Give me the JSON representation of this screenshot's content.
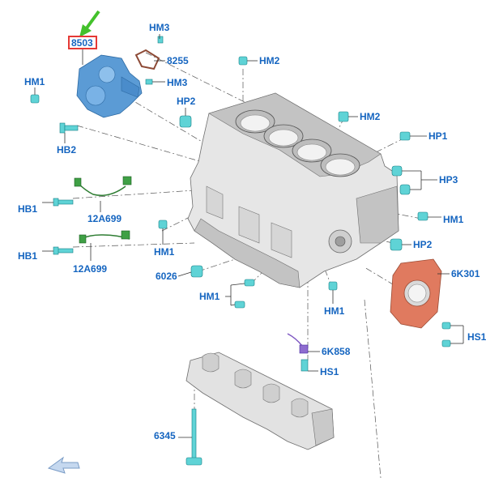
{
  "diagram": {
    "highlight_color": "#e53935",
    "arrow_color": "#43c12b",
    "label_color": "#1565c0",
    "fastener_color": "#5fd3d6",
    "pump_color": "#5b9bd5",
    "seal_color": "#e07a5f",
    "wire_color": "#2e7d32",
    "labels": {
      "p8503": "8503",
      "hm3_top": "HM3",
      "l8255": "8255",
      "hm3_mid": "HM3",
      "hm1_pump": "HM1",
      "hb2": "HB2",
      "hm2_top": "HM2",
      "hp2_top": "HP2",
      "hm2_right": "HM2",
      "hp1": "HP1",
      "hp3": "HP3",
      "hm1_right": "HM1",
      "hp2_right": "HP2",
      "l6k301": "6K301",
      "hb1_a": "HB1",
      "l12a699_a": "12A699",
      "hb1_b": "HB1",
      "l12a699_b": "12A699",
      "hm1_center": "HM1",
      "l6026": "6026",
      "hm1_lower": "HM1",
      "hm1_bottom": "HM1",
      "hs1_right": "HS1",
      "l6k858": "6K858",
      "hs1_lower": "HS1",
      "l6345": "6345"
    }
  }
}
